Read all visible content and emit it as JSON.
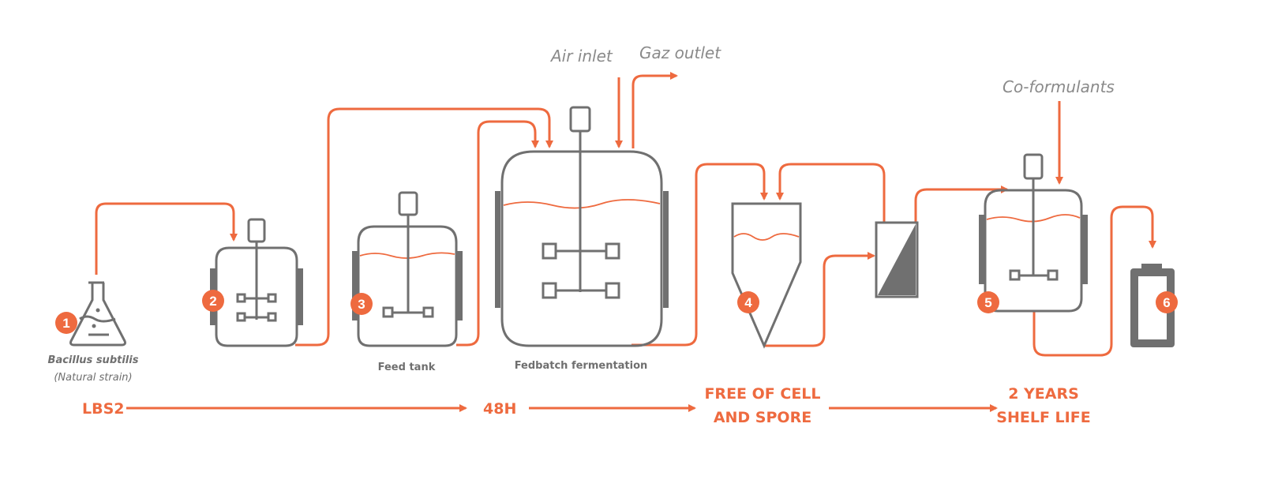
{
  "labels": {
    "air_inlet": "Air inlet",
    "gaz_outlet": "Gaz outlet",
    "co_formulants": "Co-formulants",
    "bacillus": "Bacillus subtilis",
    "natural_strain": "(Natural strain)",
    "feed_tank": "Feed tank",
    "fedbatch": "Fedbatch fermentation"
  },
  "steps": [
    "1",
    "2",
    "3",
    "4",
    "5",
    "6"
  ],
  "timeline": {
    "stage1": "LBS2",
    "stage2": "48H",
    "stage3_line1": "FREE OF CELL",
    "stage3_line2": "AND SPORE",
    "stage4_line1": "2 YEARS",
    "stage4_line2": "SHELF LIFE"
  },
  "colors": {
    "accent": "#ee6a3f",
    "equipment": "#707070",
    "label": "#8a8a8a"
  }
}
